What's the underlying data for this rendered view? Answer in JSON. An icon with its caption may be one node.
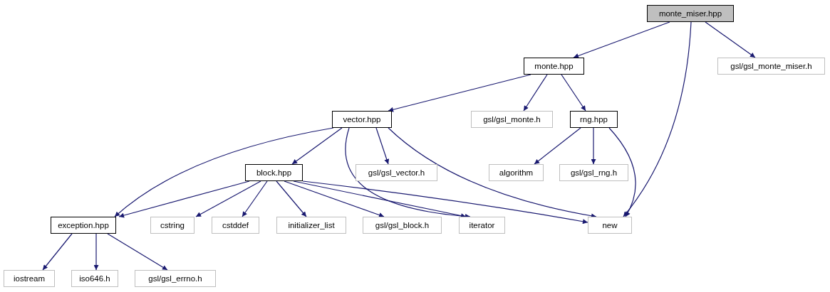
{
  "diagram": {
    "nodes": [
      {
        "text": [
          "monte_miser.hpp"
        ]
      },
      {
        "text": [
          "monte.hpp"
        ]
      },
      {
        "text": [
          "gsl/gsl_monte_miser.h"
        ]
      },
      {
        "text": [
          "vector.hpp"
        ]
      },
      {
        "text": [
          "gsl/gsl_monte.h"
        ]
      },
      {
        "text": [
          "rng.hpp"
        ]
      },
      {
        "text": [
          "block.hpp"
        ]
      },
      {
        "text": [
          "gsl/gsl_vector.h"
        ]
      },
      {
        "text": [
          "algorithm"
        ]
      },
      {
        "text": [
          "gsl/gsl_rng.h"
        ]
      },
      {
        "text": [
          "exception.hpp"
        ]
      },
      {
        "text": [
          "cstring"
        ]
      },
      {
        "text": [
          "cstddef"
        ]
      },
      {
        "text": [
          "initializer_list"
        ]
      },
      {
        "text": [
          "gsl/gsl_block.h"
        ]
      },
      {
        "text": [
          "iterator"
        ]
      },
      {
        "text": [
          "new"
        ]
      },
      {
        "text": [
          "iostream"
        ]
      },
      {
        "text": [
          "iso646.h"
        ]
      },
      {
        "text": [
          "gsl/gsl_errno.h"
        ]
      }
    ],
    "edges": [
      {
        "from": 0,
        "to": 1,
        "arrow": "to"
      },
      {
        "from": 0,
        "to": 16,
        "arrow": "to"
      },
      {
        "from": 0,
        "to": 2,
        "arrow": "to"
      },
      {
        "from": 1,
        "to": 3,
        "arrow": "to"
      },
      {
        "from": 1,
        "to": 4,
        "arrow": "to"
      },
      {
        "from": 1,
        "to": 5,
        "arrow": "to"
      },
      {
        "from": 3,
        "to": 6,
        "arrow": "to"
      },
      {
        "from": 3,
        "to": 10,
        "arrow": "to"
      },
      {
        "from": 3,
        "to": 7,
        "arrow": "to"
      },
      {
        "from": 3,
        "to": 15,
        "arrow": "to"
      },
      {
        "from": 3,
        "to": 16,
        "arrow": "to"
      },
      {
        "from": 5,
        "to": 8,
        "arrow": "to"
      },
      {
        "from": 5,
        "to": 9,
        "arrow": "to"
      },
      {
        "from": 5,
        "to": 16,
        "arrow": "to"
      },
      {
        "from": 6,
        "to": 10,
        "arrow": "to"
      },
      {
        "from": 6,
        "to": 11,
        "arrow": "to"
      },
      {
        "from": 6,
        "to": 12,
        "arrow": "to"
      },
      {
        "from": 6,
        "to": 13,
        "arrow": "to"
      },
      {
        "from": 6,
        "to": 14,
        "arrow": "to"
      },
      {
        "from": 6,
        "to": 15,
        "arrow": "to"
      },
      {
        "from": 6,
        "to": 16,
        "arrow": "to"
      },
      {
        "from": 10,
        "to": 17,
        "arrow": "to"
      },
      {
        "from": 10,
        "to": 18,
        "arrow": "to"
      },
      {
        "from": 10,
        "to": 19,
        "arrow": "to"
      }
    ]
  }
}
